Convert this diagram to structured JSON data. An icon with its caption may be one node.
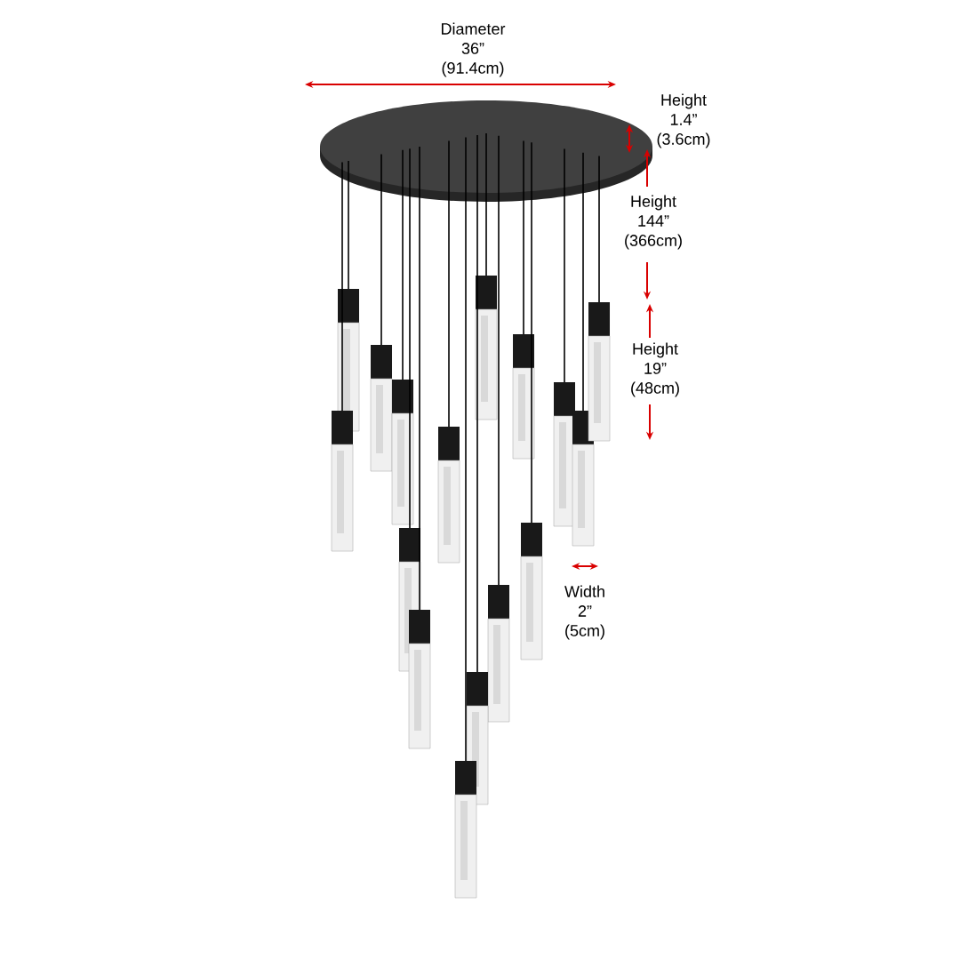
{
  "diagram": {
    "labels": [
      "Diameter 36” (91.4cm)",
      "Height 1.4” (3.6cm)",
      "Height 144” (366cm)",
      "Height 19” (48cm)",
      "Width 2” (5cm)"
    ]
  }
}
